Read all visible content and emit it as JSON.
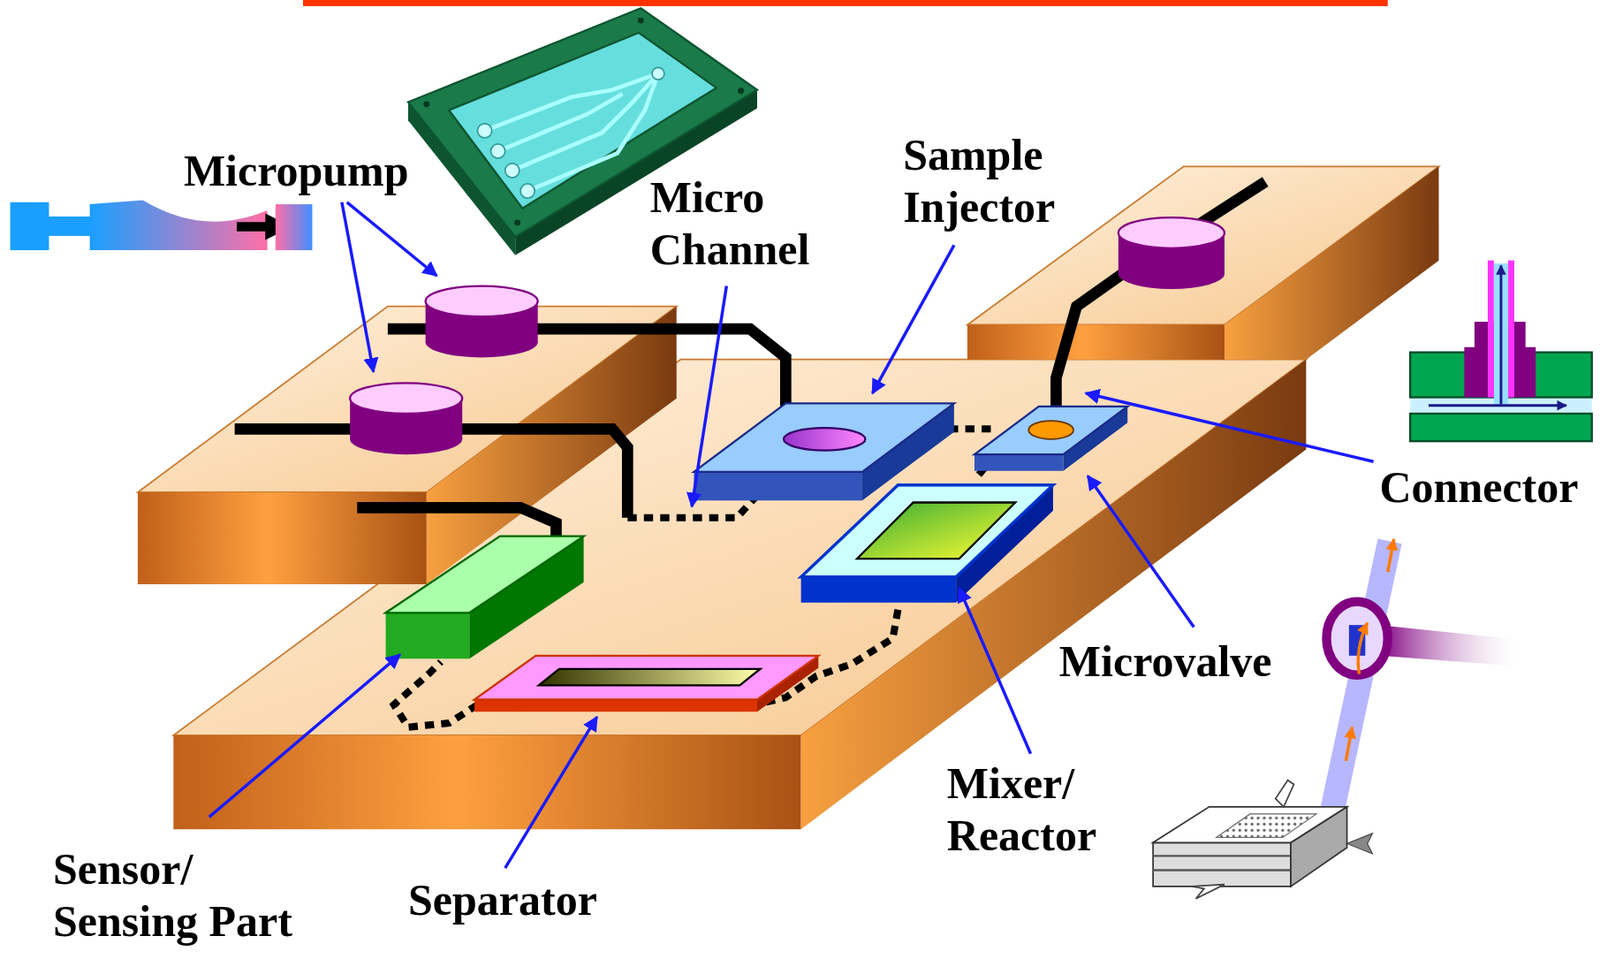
{
  "diagram": {
    "labels": [
      "Micropump",
      "Micro Channel",
      "Sample Injector",
      "Connector",
      "Microvalve",
      "Mixer/ Reactor",
      "Sensor/ Sensing Part",
      "Separator"
    ]
  }
}
